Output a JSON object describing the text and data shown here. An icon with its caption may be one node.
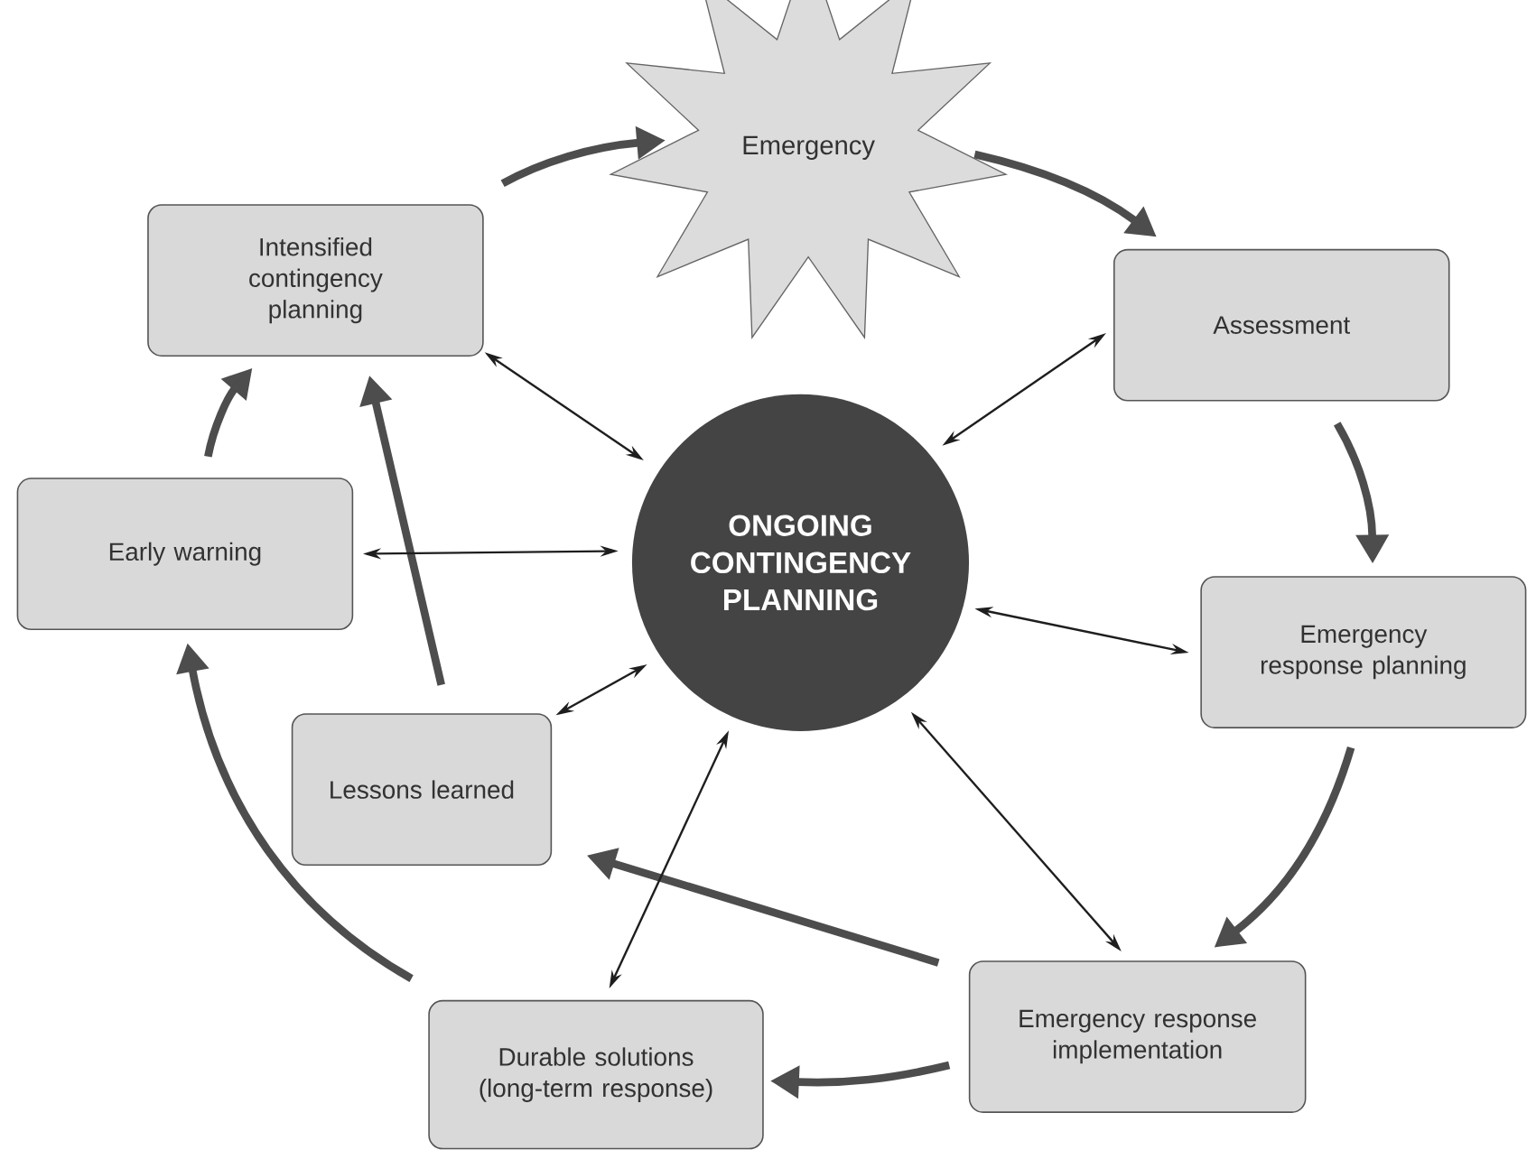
{
  "diagram": {
    "nodes": [
      {
        "text": [
          "Emergency"
        ]
      },
      {
        "text": [
          "Intensified contingency planning"
        ]
      },
      {
        "text": [
          "Assessment"
        ]
      },
      {
        "text": [
          "Early warning"
        ]
      },
      {
        "text": [
          "ONGOING CONTINGENCY PLANNING"
        ]
      },
      {
        "text": [
          "Emergency response planning"
        ]
      },
      {
        "text": [
          "Lessons learned"
        ]
      },
      {
        "text": [
          "Durable solutions (long-term response)"
        ]
      },
      {
        "text": [
          "Emergency response implementation"
        ]
      }
    ],
    "edges": [
      {
        "from": 1,
        "to": 0,
        "arrow": "to"
      },
      {
        "from": 0,
        "to": 2,
        "arrow": "to"
      },
      {
        "from": 2,
        "to": 5,
        "arrow": "to"
      },
      {
        "from": 5,
        "to": 8,
        "arrow": "to"
      },
      {
        "from": 8,
        "to": 7,
        "arrow": "to"
      },
      {
        "from": 7,
        "to": 3,
        "arrow": "to"
      },
      {
        "from": 3,
        "to": 1,
        "arrow": "to"
      },
      {
        "from": 6,
        "to": 1,
        "arrow": "to"
      },
      {
        "from": 8,
        "to": 6,
        "arrow": "to"
      },
      {
        "from": 4,
        "to": 1,
        "arrow": "both",
        "color": "#1e1e1e"
      },
      {
        "from": 4,
        "to": 2,
        "arrow": "both",
        "color": "#1e1e1e"
      },
      {
        "from": 4,
        "to": 3,
        "arrow": "both",
        "color": "#1e1e1e"
      },
      {
        "from": 4,
        "to": 5,
        "arrow": "both",
        "color": "#1e1e1e"
      },
      {
        "from": 4,
        "to": 6,
        "arrow": "both",
        "color": "#1e1e1e"
      },
      {
        "from": 4,
        "to": 7,
        "arrow": "both",
        "color": "#1e1e1e"
      },
      {
        "from": 4,
        "to": 8,
        "arrow": "both",
        "color": "#1e1e1e"
      }
    ]
  }
}
